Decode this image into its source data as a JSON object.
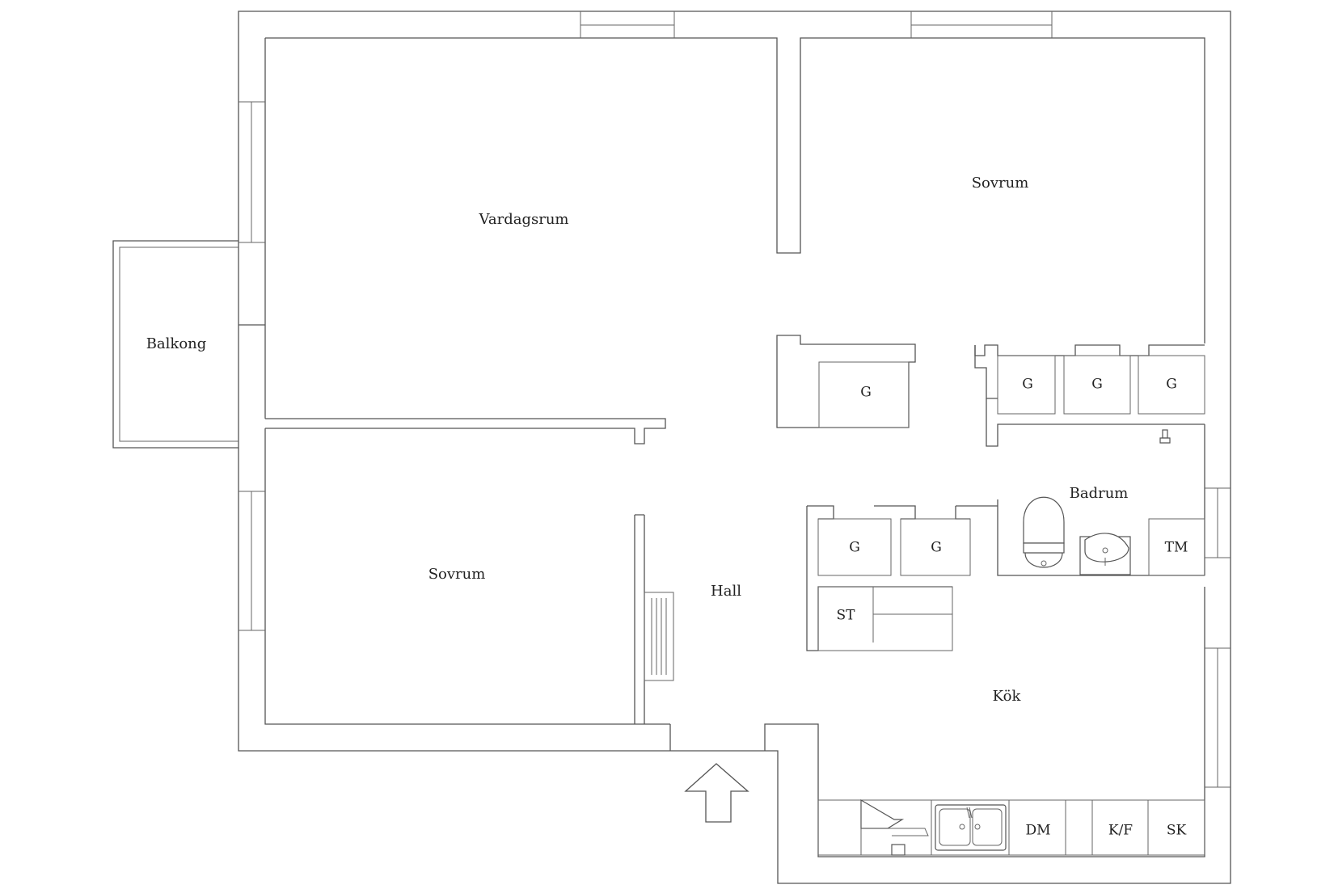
{
  "rooms": {
    "balkong": "Balkong",
    "vardagsrum": "Vardagsrum",
    "sovrum_ne": "Sovrum",
    "sovrum_sw": "Sovrum",
    "hall": "Hall",
    "badrum": "Badrum",
    "kok": "Kök"
  },
  "fixtures": {
    "wardrobe_label": "G",
    "storage_label": "ST",
    "washer_label": "TM",
    "dishwasher_label": "DM",
    "fridge_freezer_label": "K/F",
    "cabinet_label": "SK"
  },
  "colors": {
    "wall": "#555555",
    "background": "#ffffff",
    "text": "#222222"
  }
}
